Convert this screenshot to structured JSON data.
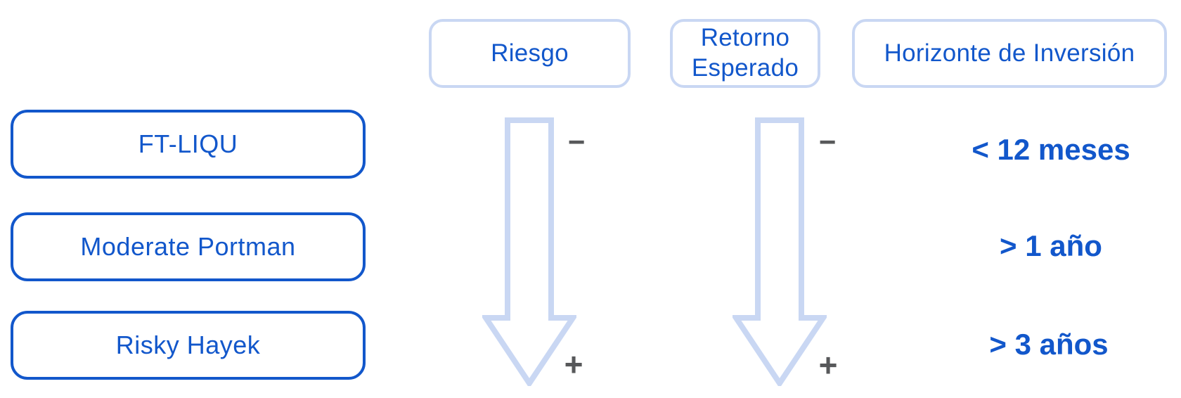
{
  "columns": {
    "risk": "Riesgo",
    "expected_return": "Retorno Esperado",
    "investment_horizon": "Horizonte de Inversión"
  },
  "funds": [
    {
      "name": "FT-LIQU",
      "horizon": "< 12 meses"
    },
    {
      "name": "Moderate Portman",
      "horizon": "> 1 año"
    },
    {
      "name": "Risky Hayek",
      "horizon": "> 3 años"
    }
  ],
  "scale_markers": {
    "minus": "−",
    "plus": "+"
  },
  "colors": {
    "primary_blue": "#1257CB",
    "light_blue": "#C9D7F3",
    "marker_gray": "#57585A",
    "background": "#FFFFFF"
  }
}
